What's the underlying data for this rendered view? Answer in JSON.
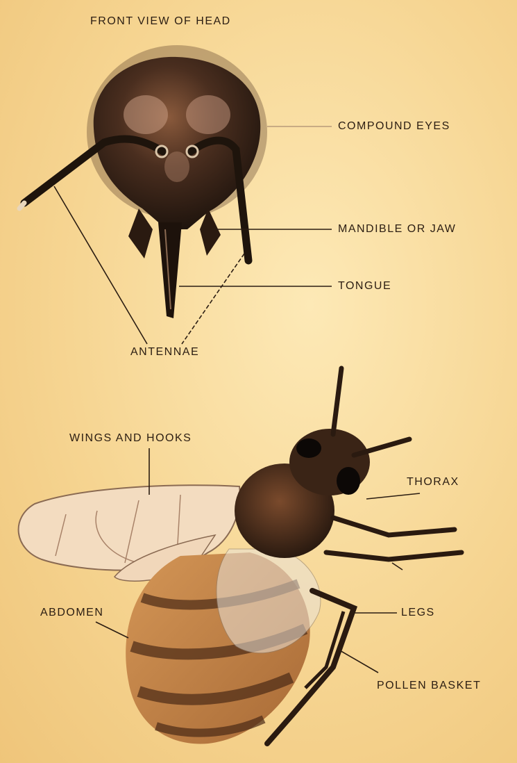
{
  "head_section": {
    "title": "FRONT VIEW OF HEAD",
    "labels": {
      "compound_eyes": "COMPOUND EYES",
      "mandible": "MANDIBLE OR JAW",
      "tongue": "TONGUE",
      "antennae": "ANTENNAE"
    }
  },
  "body_section": {
    "labels": {
      "wings": "WINGS AND HOOKS",
      "thorax": "THORAX",
      "abdomen": "ABDOMEN",
      "legs": "LEGS",
      "pollen_basket": "POLLEN BASKET"
    }
  },
  "colors": {
    "background": "#f6d592",
    "leader_line": "#2b1d12",
    "bee_dark": "#2e1f16",
    "bee_brown": "#6b3f22",
    "bee_amber": "#c98a4a",
    "wing": "#f3dcc0"
  }
}
